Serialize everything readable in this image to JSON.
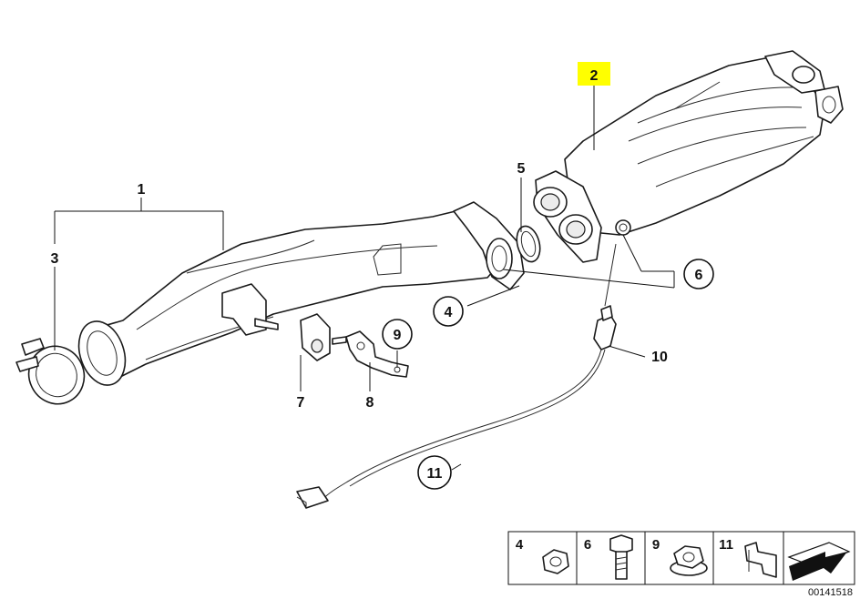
{
  "callouts": {
    "c1": "1",
    "c2": "2",
    "c3": "3",
    "c4": "4",
    "c5": "5",
    "c6": "6",
    "c7": "7",
    "c8": "8",
    "c9": "9",
    "c10": "10",
    "c11": "11"
  },
  "highlight_color": "#ffff00",
  "legend": {
    "items": [
      {
        "number": "4",
        "icon": "hex-nut-icon"
      },
      {
        "number": "6",
        "icon": "hex-bolt-icon"
      },
      {
        "number": "9",
        "icon": "flange-nut-icon"
      },
      {
        "number": "11",
        "icon": "bracket-icon"
      },
      {
        "number": "",
        "icon": "arrow-sheet-icon"
      }
    ]
  },
  "doc_id": "00141518"
}
